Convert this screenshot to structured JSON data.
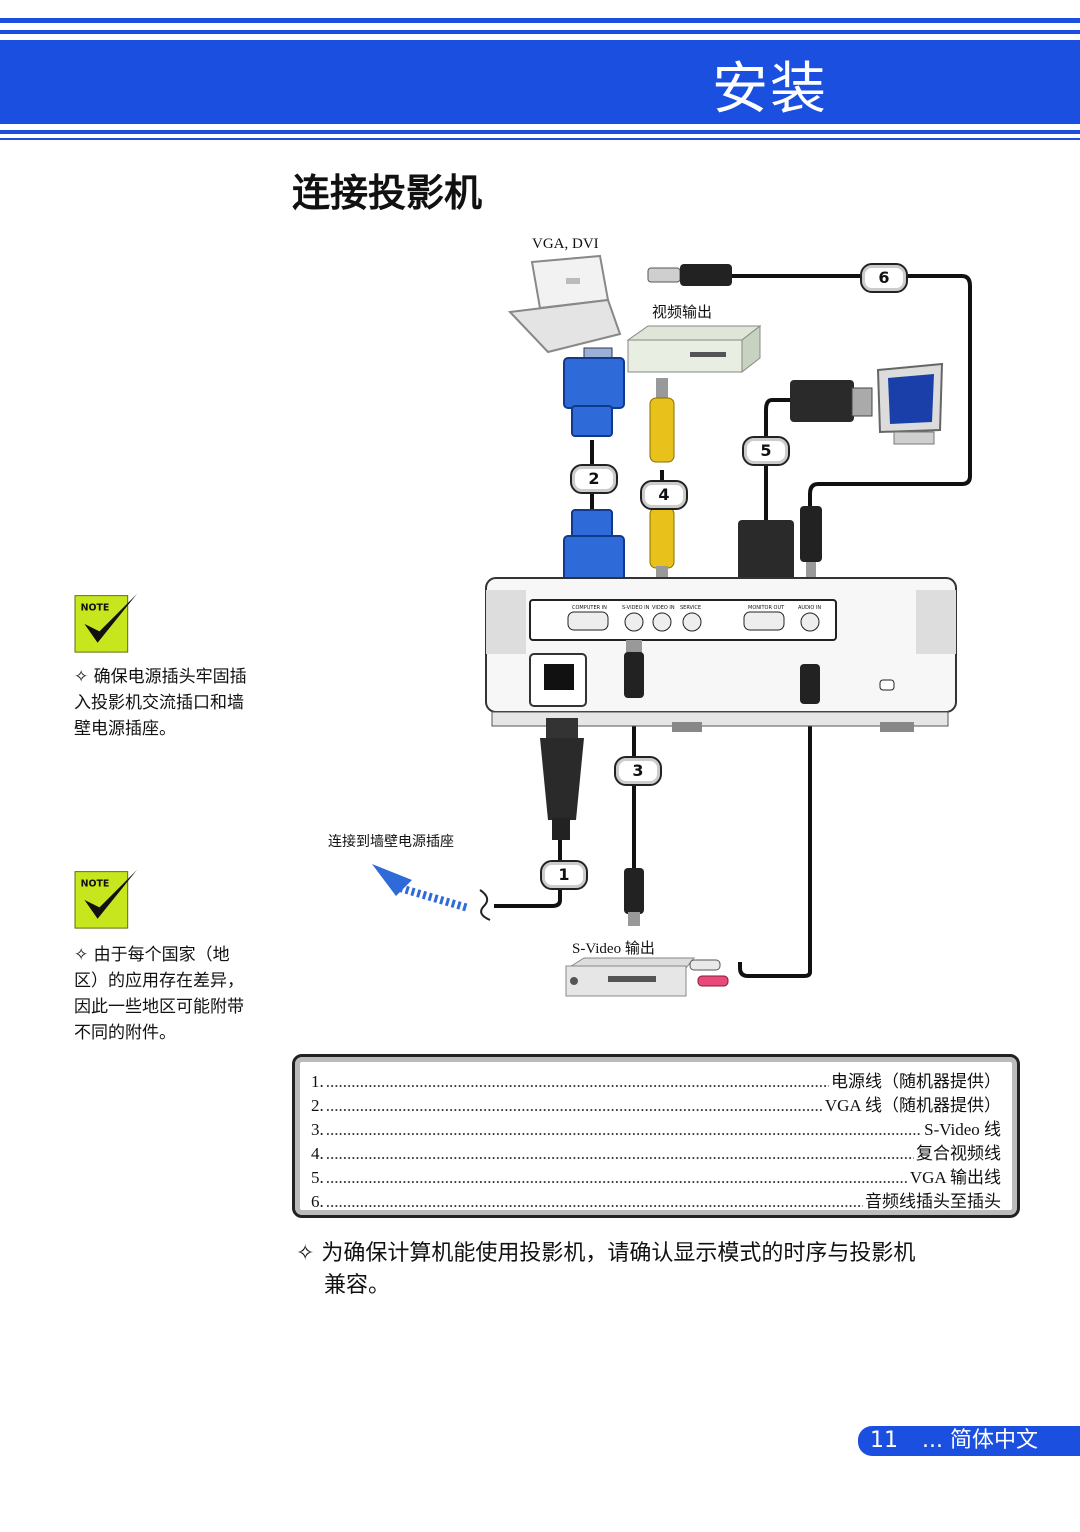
{
  "header": {
    "section_title": "安装"
  },
  "page": {
    "title": "连接投影机"
  },
  "diagram": {
    "label_vga_dvi": "VGA, DVI",
    "label_video_out": "视频输出",
    "label_wall_outlet": "连接到墙壁电源插座",
    "label_svideo_out": "S-Video 输出",
    "panel_labels": [
      "COMPUTER IN",
      "S-VIDEO IN",
      "VIDEO IN",
      "SERVICE",
      "MONITOR OUT",
      "AUDIO IN"
    ],
    "badges": [
      "1",
      "2",
      "3",
      "4",
      "5",
      "6"
    ]
  },
  "notes": [
    {
      "icon_label": "NOTE",
      "text": "确保电源插头牢固插入投影机交流插口和墙壁电源插座。",
      "lines": [
        "✧ 确保电源插头牢固插",
        "入投影机交流插口和墙",
        "壁电源插座。"
      ]
    },
    {
      "icon_label": "NOTE",
      "text": "由于每个国家（地区）的应用存在差异，因此一些地区可能附带不同的附件。",
      "lines": [
        "✧ 由于每个国家（地",
        "区）的应用存在差异，",
        "因此一些地区可能附带",
        "不同的附件。"
      ]
    }
  ],
  "legend": [
    {
      "num": "1.",
      "label": "电源线（随机器提供）"
    },
    {
      "num": "2.",
      "label": "VGA 线（随机器提供）"
    },
    {
      "num": "3.",
      "label": "S-Video 线"
    },
    {
      "num": "4.",
      "label": "复合视频线"
    },
    {
      "num": "5.",
      "label": "VGA 输出线"
    },
    {
      "num": "6.",
      "label": "音频线插头至插头"
    }
  ],
  "bottom_note": {
    "line1": "✧ 为确保计算机能使用投影机，请确认显示模式的时序与投影机",
    "line2": "兼容。"
  },
  "footer": {
    "page_number": "11",
    "language": "... 简体中文"
  },
  "colors": {
    "brand_blue": "#1a4fe0",
    "connector_blue": "#2f6bd8",
    "connector_yellow": "#e8c21a",
    "note_green": "#c8e61e"
  },
  "icons": [
    "note-check-icon",
    "laptop-icon",
    "dvd-player-icon",
    "monitor-icon",
    "vcr-icon",
    "projector-icon",
    "power-plug-icon",
    "wall-outlet-arrow-icon"
  ]
}
